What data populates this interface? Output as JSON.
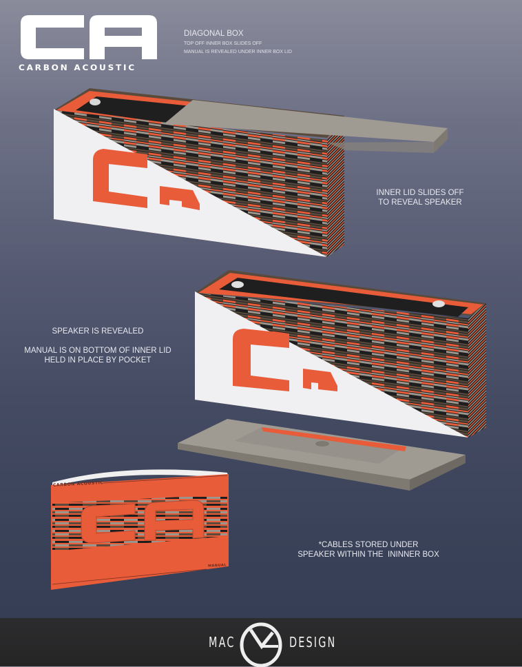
{
  "brand": {
    "logo_letters": "CA",
    "name": "CARBON ACOUSTIC",
    "primary_color": "#e85c3a",
    "stripe_colors": [
      "#e85c3a",
      "#1e1e1e",
      "#9a968e",
      "#5a4a3c"
    ]
  },
  "header": {
    "title": "DIAGONAL BOX",
    "lines": [
      "TOP OFF INNER BOX SLIDES OFF",
      "MANUAL IS REVEALED UNDER INNER BOX LID"
    ]
  },
  "notes": {
    "inner_lid": [
      "INNER LID SLIDES OFF",
      "TO REVEAL SPEAKER"
    ],
    "speaker_revealed": "SPEAKER IS REVEALED",
    "manual_location": [
      "MANUAL IS ON BOTTOM OF INNER LID",
      "HELD IN PLACE BY POCKET"
    ],
    "cables": [
      "*CABLES STORED UNDER",
      "SPEAKER WITHIN THE  ININNER BOX"
    ]
  },
  "manual": {
    "brand_text": "CARBON ACOUSTIC",
    "logo_letters": "CA",
    "label": "MANUAL"
  },
  "footer": {
    "left": "MAC",
    "right": "DESIGN",
    "background": "#282829"
  }
}
